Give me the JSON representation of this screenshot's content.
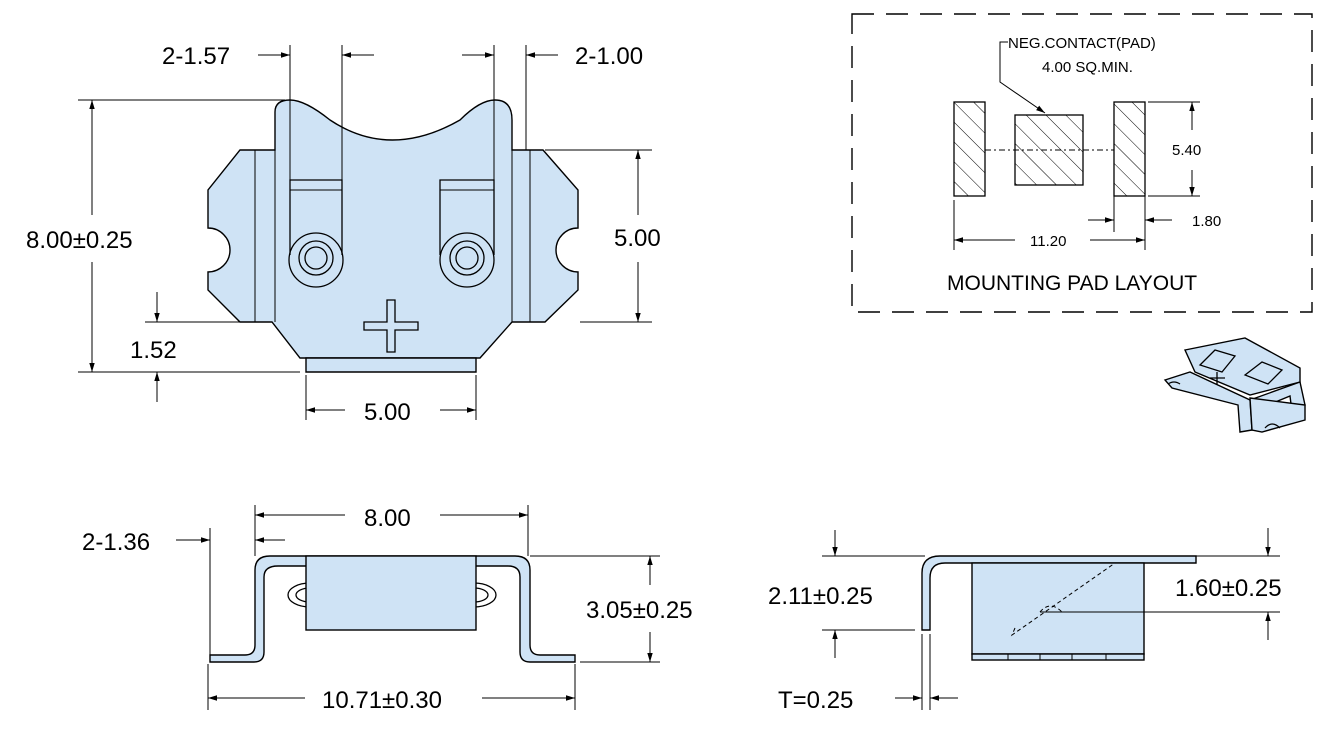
{
  "top_view": {
    "dim_hole_dia": "2-1.57",
    "dim_tab_width": "2-1.00",
    "dim_total_height": "8.00±0.25",
    "dim_body_height": "5.00",
    "dim_bottom_offset": "1.52",
    "dim_bottom_width": "5.00"
  },
  "pad_layout": {
    "callout_line1": "NEG.CONTACT(PAD)",
    "callout_line2": "4.00 SQ.MIN.",
    "dim_pad_height": "5.40",
    "dim_pad_width": "1.80",
    "dim_span": "11.20",
    "caption": "MOUNTING PAD LAYOUT"
  },
  "front_view": {
    "dim_top_width": "8.00",
    "dim_bend": "2-1.36",
    "dim_height": "3.05±0.25",
    "dim_total_width": "10.71±0.30"
  },
  "side_view": {
    "dim_height": "2.11±0.25",
    "dim_contact": "1.60±0.25",
    "dim_thickness": "T=0.25"
  },
  "colors": {
    "part_fill": "#cfe3f5",
    "line": "#000000"
  }
}
